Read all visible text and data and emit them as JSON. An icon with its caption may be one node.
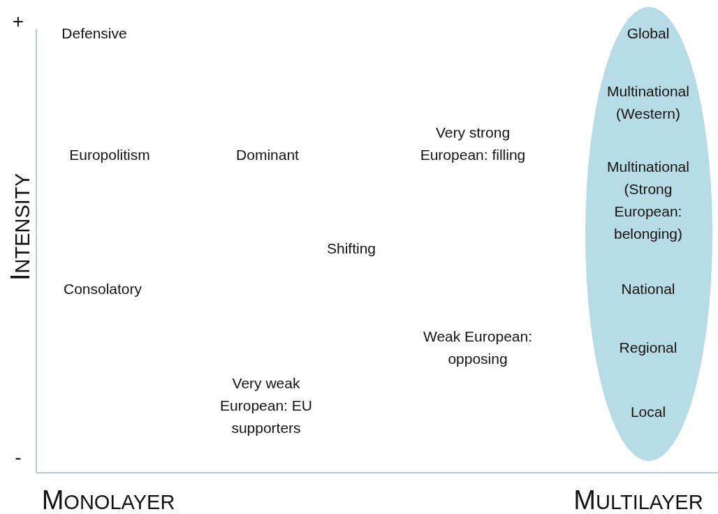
{
  "diagram": {
    "nodes": [
      {
        "text": [
          "Global",
          "Multinational (Western)",
          "Multinational (Strong European: belonging)",
          "National",
          "Regional",
          "Local"
        ]
      }
    ],
    "labels": [
      "+",
      "Defensive",
      "Very strong European: filling",
      "Europolitism",
      "Dominant",
      "INTENSITY",
      "Shifting",
      "Consolatory",
      "Weak European: opposing",
      "Very weak European: EU supporters",
      "-",
      "MONOLAYER",
      "MULTILAYER"
    ]
  }
}
